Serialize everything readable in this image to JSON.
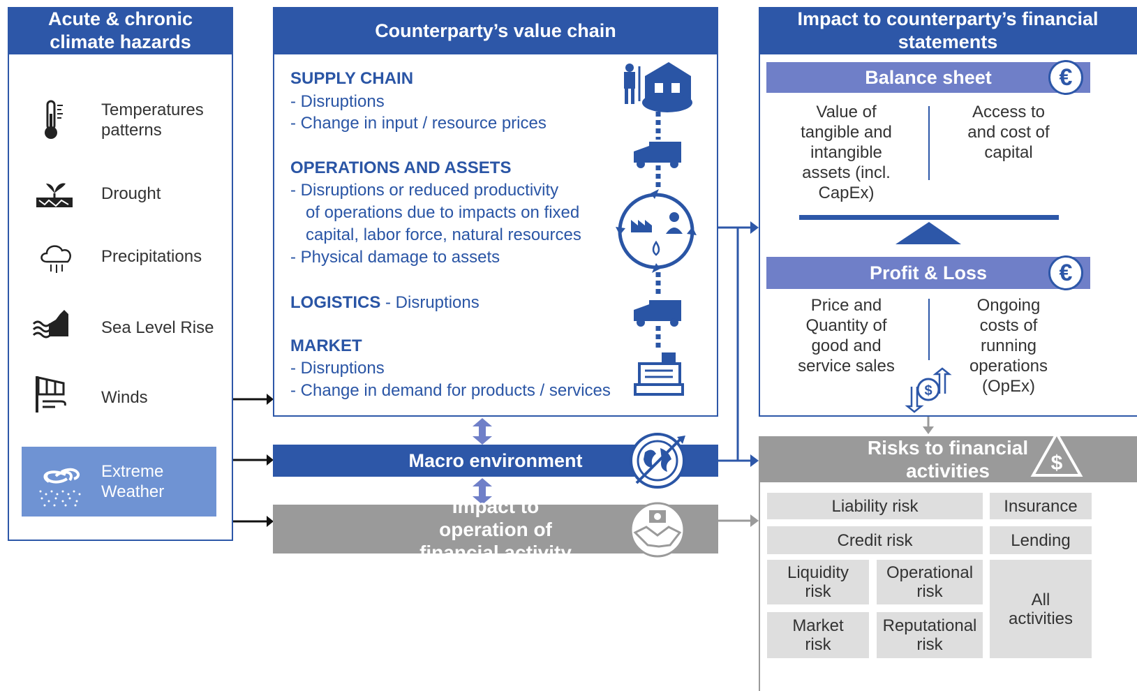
{
  "hazards": {
    "header": "Acute & chronic climate hazards",
    "items": [
      {
        "icon": "thermometer-icon",
        "label": "Temperatures patterns"
      },
      {
        "icon": "drought-icon",
        "label": "Drought"
      },
      {
        "icon": "rain-cloud-icon",
        "label": "Precipitations"
      },
      {
        "icon": "sea-level-icon",
        "label": "Sea Level Rise"
      },
      {
        "icon": "windsock-icon",
        "label": "Winds"
      },
      {
        "icon": "hurricane-icon",
        "label": "Extreme Weather"
      }
    ]
  },
  "value_chain": {
    "header": "Counterparty’s value chain",
    "supply_chain": {
      "title": "SUPPLY CHAIN",
      "bullets": [
        "-  Disruptions",
        "-  Change in input / resource prices"
      ]
    },
    "operations": {
      "title": "OPERATIONS AND ASSETS",
      "bullets": [
        "-  Disruptions or reduced productivity",
        "of operations due to impacts on fixed",
        "capital, labor force, natural resources",
        "-  Physical damage to assets"
      ]
    },
    "logistics": {
      "title": "LOGISTICS",
      "suffix": " - Disruptions"
    },
    "market": {
      "title": "MARKET",
      "bullets": [
        "-  Disruptions",
        "-  Change in demand for products / services"
      ]
    }
  },
  "macro": {
    "label": "Macro environment"
  },
  "impact_operation": {
    "label": "Impact to operation of financial activity"
  },
  "financial_statements": {
    "header": "Impact to counterparty’s financial statements",
    "balance_sheet": {
      "title": "Balance sheet",
      "left": "Value of tangible and intangible assets (incl. CapEx)",
      "right": "Access to and cost of capital",
      "symbol": "€"
    },
    "profit_loss": {
      "title": "Profit & Loss",
      "left": "Price and Quantity of good and service sales",
      "right": "Ongoing costs of running operations (OpEx)",
      "symbol": "€"
    }
  },
  "risks": {
    "header": "Risks to financial activities",
    "rows": [
      {
        "risk": "Liability risk",
        "activity": "Insurance"
      },
      {
        "risk": "Credit risk",
        "activity": "Lending"
      }
    ],
    "grid": [
      "Liquidity risk",
      "Operational risk",
      "Market risk",
      "Reputational risk"
    ],
    "all": "All activities"
  },
  "colors": {
    "primary": "#2d57a8",
    "light_blue": "#6f93d3",
    "gray": "#9a9a9a",
    "cell": "#dedede"
  }
}
